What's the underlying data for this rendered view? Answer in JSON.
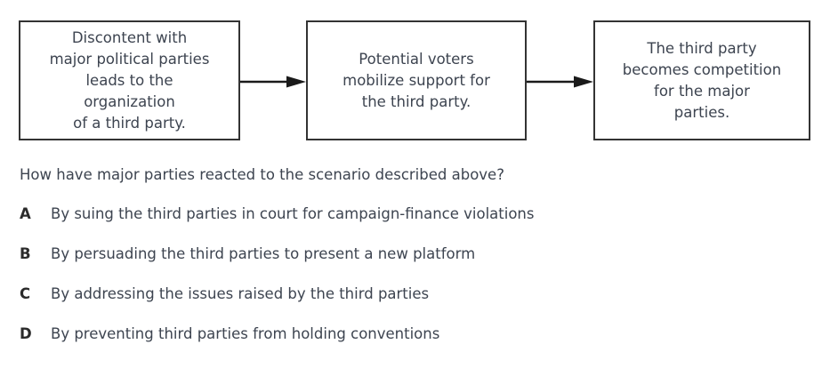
{
  "diagram": {
    "title": "third-party political flow chart",
    "boxes": [
      {
        "id": "box-1",
        "text": "Discontent with\nmajor political parties\nleads to the\norganization\nof a third party."
      },
      {
        "id": "box-2",
        "text": "Potential voters\nmobilize support for\nthe third party."
      },
      {
        "id": "box-3",
        "text": "The third party\nbecomes competition\nfor the major\nparties."
      }
    ],
    "arrows": [
      {
        "id": "arrow-1",
        "from": "box-1",
        "to": "box-2",
        "direction": "right"
      },
      {
        "id": "arrow-2",
        "from": "box-2",
        "to": "box-3",
        "direction": "right"
      }
    ],
    "border_color": "#333333",
    "text_color": "#3d4450",
    "background_color": "#ffffff"
  },
  "question": {
    "prompt": "How have major parties reacted to the scenario described above?",
    "options": [
      {
        "letter": "A",
        "text": "By suing the third parties in court for campaign-finance violations"
      },
      {
        "letter": "B",
        "text": "By persuading the third parties to present a new platform"
      },
      {
        "letter": "C",
        "text": "By addressing the issues raised by the third parties"
      },
      {
        "letter": "D",
        "text": "By preventing third parties from holding conventions"
      }
    ]
  }
}
